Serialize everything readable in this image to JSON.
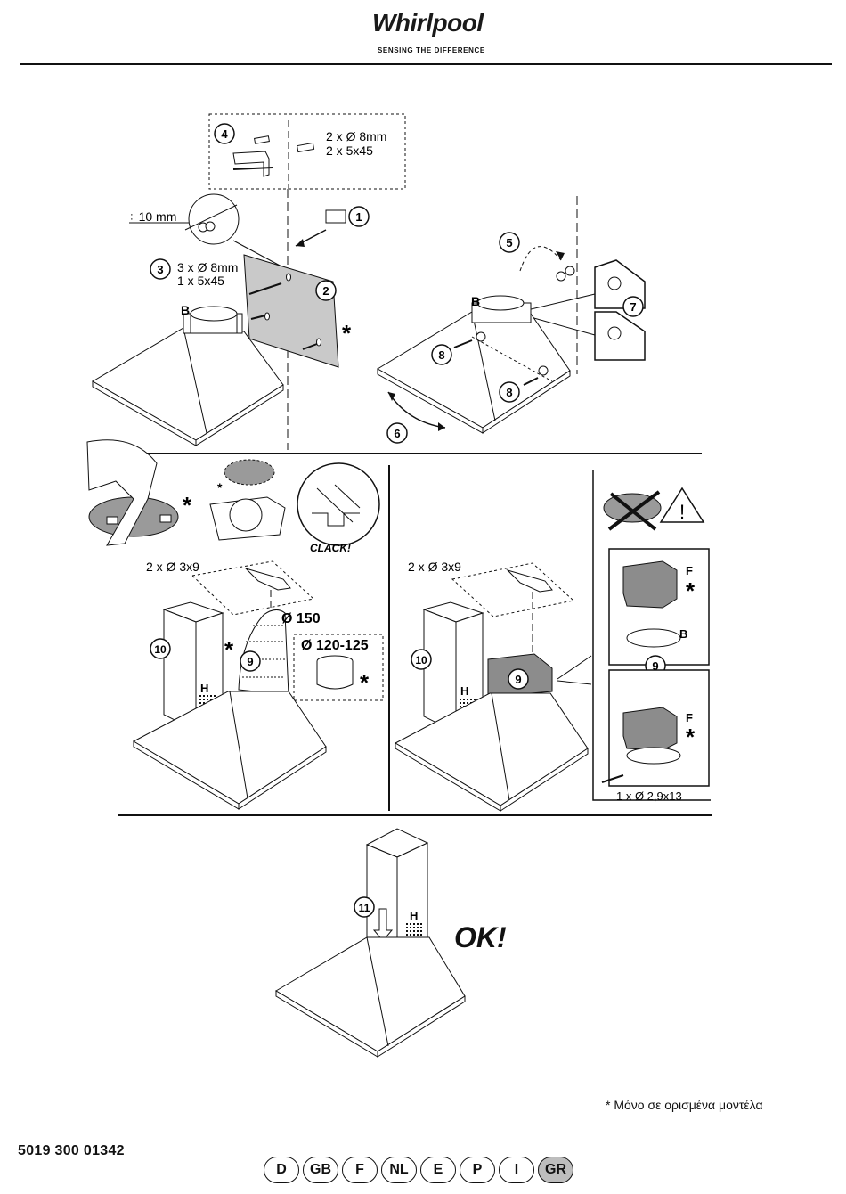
{
  "header": {
    "brand": "Whirlpool",
    "tagline": "SENSING THE DIFFERENCE"
  },
  "steps": {
    "s1": "1",
    "s2": "2",
    "s3": "3",
    "s4": "4",
    "s5": "5",
    "s6": "6",
    "s7": "7",
    "s8a": "8",
    "s8b": "8",
    "s9a": "9",
    "s9b": "9",
    "s9c": "9",
    "s10a": "10",
    "s10b": "10",
    "s11": "11"
  },
  "labels": {
    "step4_spec1": "2 x Ø 8mm",
    "step4_spec2": "2 x 5x45",
    "gap": "÷ 10 mm",
    "step3_spec1": "3 x Ø 8mm",
    "step3_spec2": "1 x 5x45",
    "letter_b1": "B",
    "letter_b2": "B",
    "letter_b3": "B",
    "clack": "CLACK!",
    "left_screws": "2 x Ø 3x9",
    "right_screws": "2 x Ø 3x9",
    "dia150": "Ø 150",
    "dia120": "Ø 120-125",
    "letter_h1": "H",
    "letter_h2": "H",
    "letter_h3": "H",
    "letter_f1": "F",
    "letter_f2": "F",
    "screw_small": "1 x Ø 2,9x13",
    "ok": "OK!",
    "star": "*"
  },
  "footer": {
    "note": "* Μόνο σε ορισμένα μοντέλα",
    "doc_number": "5019 300 01342",
    "languages": [
      "D",
      "GB",
      "F",
      "NL",
      "E",
      "P",
      "I",
      "GR"
    ],
    "active_language": "GR"
  }
}
